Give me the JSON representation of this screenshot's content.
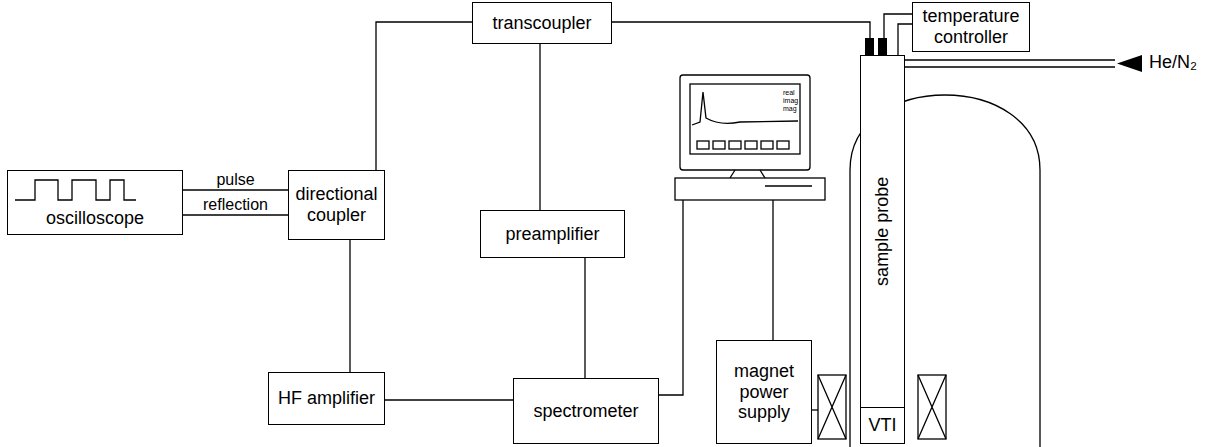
{
  "diagram": {
    "nodes": [
      {
        "text": [
          "transcoupler"
        ]
      },
      {
        "text": [
          "temperature controller"
        ]
      },
      {
        "text": [
          "oscilloscope"
        ]
      },
      {
        "text": [
          "directional coupler"
        ]
      },
      {
        "text": [
          "preamplifier"
        ]
      },
      {
        "text": [
          "sample probe"
        ]
      },
      {
        "text": [
          "HF amplifier"
        ]
      },
      {
        "text": [
          "spectrometer"
        ]
      },
      {
        "text": [
          "magnet power supply"
        ]
      },
      {
        "text": [
          "VTI"
        ]
      }
    ],
    "edges": [
      {
        "from": 2,
        "to": 3,
        "label": "pulse",
        "arrow": "none"
      },
      {
        "from": 2,
        "to": 3,
        "label": "reflection",
        "arrow": "none"
      },
      {
        "from": 3,
        "to": 0,
        "arrow": "none"
      },
      {
        "from": 3,
        "to": 6,
        "arrow": "none"
      },
      {
        "from": 0,
        "to": 4,
        "arrow": "none"
      },
      {
        "from": 0,
        "to": 5,
        "arrow": "none"
      },
      {
        "from": 4,
        "to": 7,
        "arrow": "none"
      },
      {
        "from": 6,
        "to": 7,
        "arrow": "none"
      },
      {
        "from": 1,
        "to": 5,
        "arrow": "none"
      }
    ],
    "labels": [
      "real",
      "imag",
      "mag",
      "He/N₂"
    ]
  }
}
